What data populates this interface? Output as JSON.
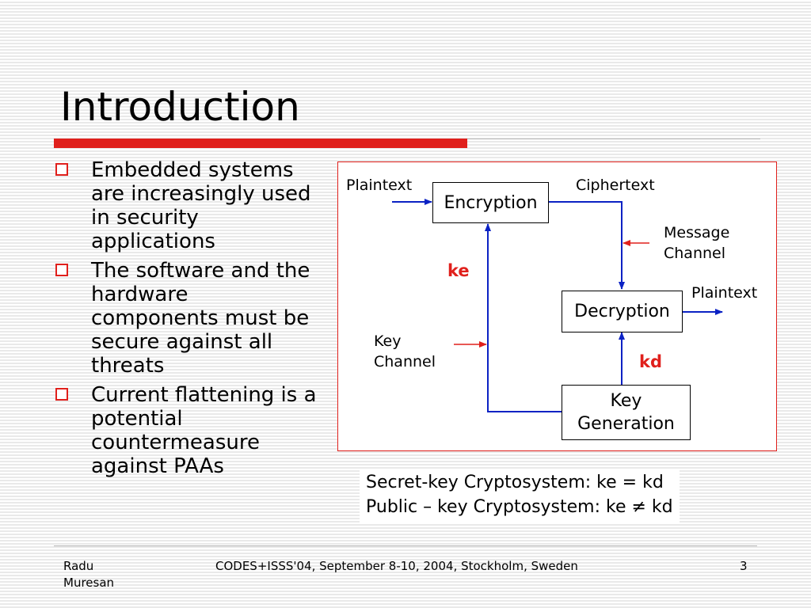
{
  "colors": {
    "accent_red": "#e0201c",
    "arrow_blue": "#0b22c4",
    "arrow_red": "#e0201c",
    "rule_gray": "#b7b7b7",
    "frame_red": "#e0201c"
  },
  "slide": {
    "title": "Introduction",
    "bullets": [
      {
        "text": "Embedded systems are increasingly used in security applications"
      },
      {
        "text": "The software and the hardware components must be secure against all threats"
      },
      {
        "text": "Current flattening is a potential countermeasure against PAAs"
      }
    ],
    "bullet_icon": "hollow-square-icon"
  },
  "diagram": {
    "encryption": "Encryption",
    "decryption": "Decryption",
    "key_generation_line1": "Key",
    "key_generation_line2": "Generation",
    "plaintext_in": "Plaintext",
    "ciphertext": "Ciphertext",
    "plaintext_out": "Plaintext",
    "message_channel_line1": "Message",
    "message_channel_line2": "Channel",
    "key_channel_line1": "Key",
    "key_channel_line2": "Channel",
    "ke": "ke",
    "kd": "kd"
  },
  "formula": {
    "line1": "Secret-key Cryptosystem: ke = kd",
    "line2": "Public – key Cryptosystem: ke ≠ kd"
  },
  "footer": {
    "author": "Radu Muresan",
    "conference": "CODES+ISSS'04, September 8-10, 2004, Stockholm, Sweden",
    "page": "3"
  }
}
